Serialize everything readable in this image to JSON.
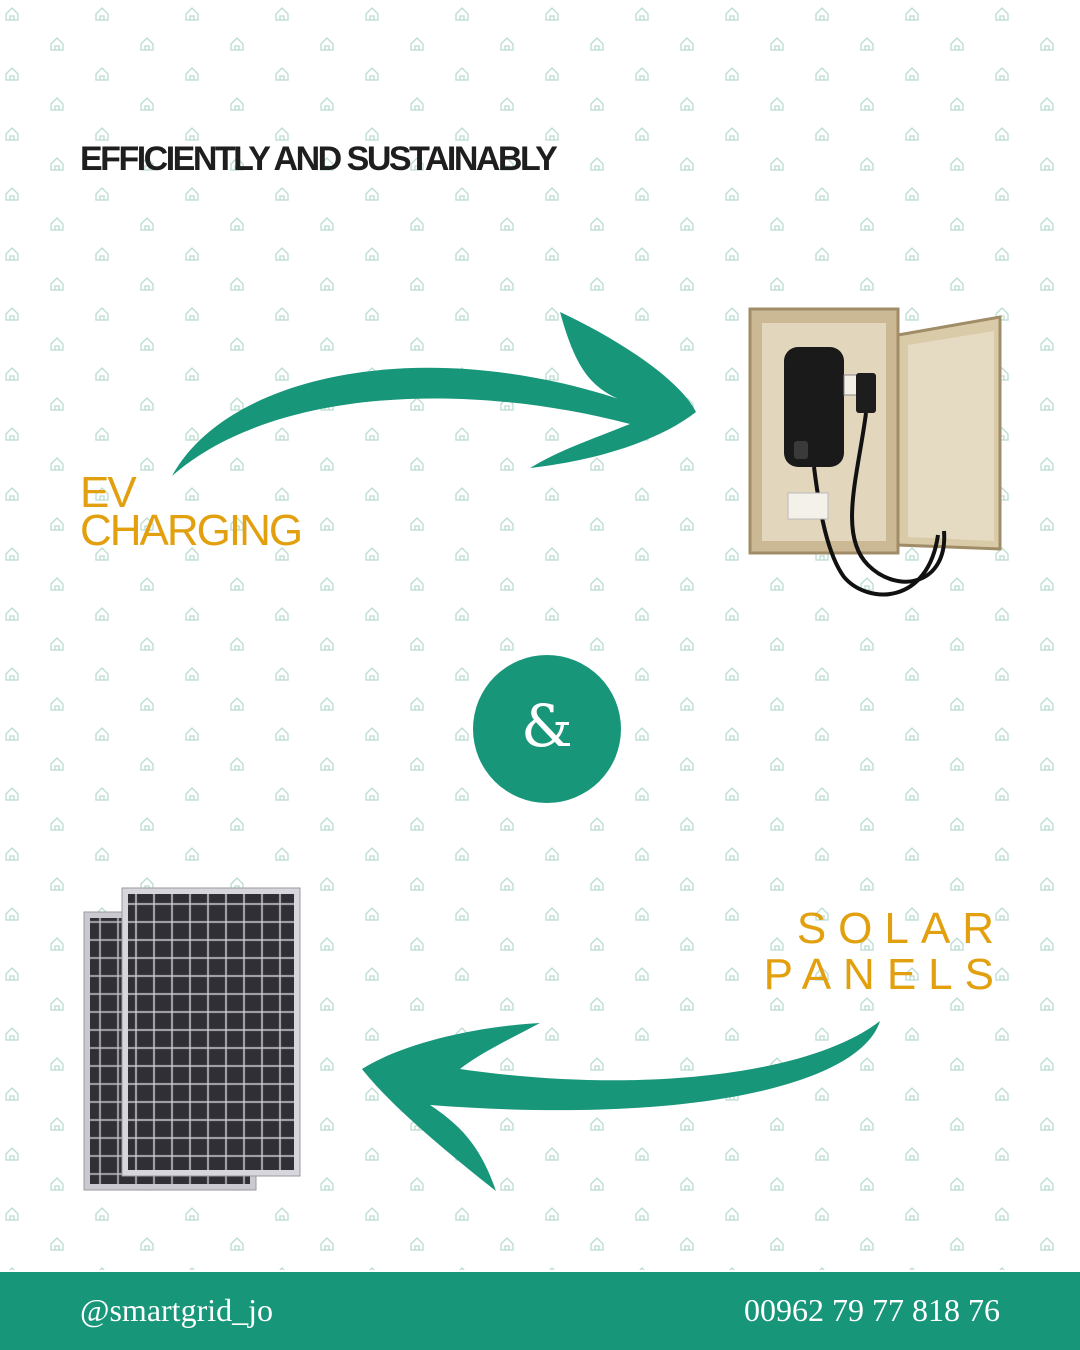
{
  "headline": "EFFICIENTLY AND SUSTAINABLY",
  "ev_label": {
    "line1": "EV",
    "line2": "CHARGING"
  },
  "center_symbol": "&",
  "solar_label": {
    "line1": "SOLAR",
    "line2": "PANELS"
  },
  "footer": {
    "handle": "@smartgrid_jo",
    "phone": "00962 79 77 818 76"
  },
  "colors": {
    "brand_green": "#18967a",
    "accent_gold": "#e2a00e",
    "pattern": "#b9dccf",
    "text_dark": "#1e1e1e"
  },
  "icons": {
    "pattern": "house-icon",
    "arrows": "curved-arrow-icon"
  }
}
